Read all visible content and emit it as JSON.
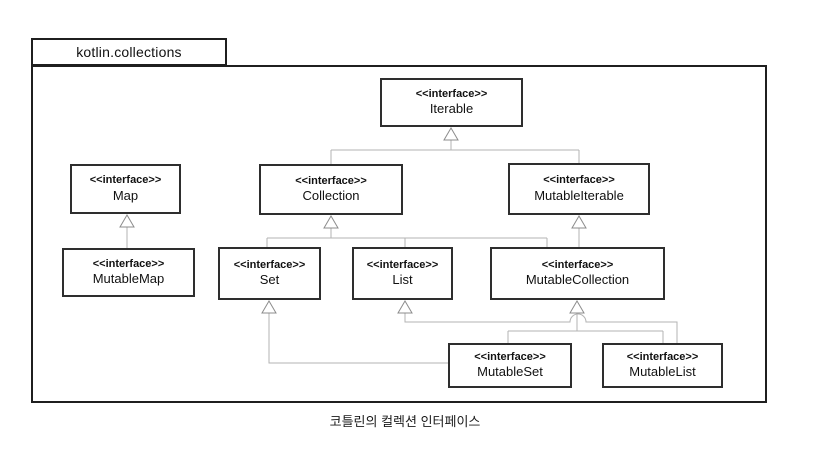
{
  "package": {
    "label": "kotlin.collections"
  },
  "caption": "코틀린의 컬렉션 인터페이스",
  "nodes": {
    "iterable": {
      "stereotype": "<<interface>>",
      "name": "Iterable"
    },
    "map": {
      "stereotype": "<<interface>>",
      "name": "Map"
    },
    "collection": {
      "stereotype": "<<interface>>",
      "name": "Collection"
    },
    "mutable_iterable": {
      "stereotype": "<<interface>>",
      "name": "MutableIterable"
    },
    "mutable_map": {
      "stereotype": "<<interface>>",
      "name": "MutableMap"
    },
    "set": {
      "stereotype": "<<interface>>",
      "name": "Set"
    },
    "list": {
      "stereotype": "<<interface>>",
      "name": "List"
    },
    "mutable_collection": {
      "stereotype": "<<interface>>",
      "name": "MutableCollection"
    },
    "mutable_set": {
      "stereotype": "<<interface>>",
      "name": "MutableSet"
    },
    "mutable_list": {
      "stereotype": "<<interface>>",
      "name": "MutableList"
    }
  },
  "edges": [
    {
      "from": "Collection",
      "to": "Iterable",
      "type": "generalization"
    },
    {
      "from": "MutableIterable",
      "to": "Iterable",
      "type": "generalization"
    },
    {
      "from": "MutableMap",
      "to": "Map",
      "type": "generalization"
    },
    {
      "from": "Set",
      "to": "Collection",
      "type": "generalization"
    },
    {
      "from": "List",
      "to": "Collection",
      "type": "generalization"
    },
    {
      "from": "MutableCollection",
      "to": "Collection",
      "type": "generalization"
    },
    {
      "from": "MutableCollection",
      "to": "MutableIterable",
      "type": "generalization"
    },
    {
      "from": "MutableSet",
      "to": "Set",
      "type": "generalization"
    },
    {
      "from": "MutableSet",
      "to": "MutableCollection",
      "type": "generalization"
    },
    {
      "from": "MutableList",
      "to": "List",
      "type": "generalization"
    },
    {
      "from": "MutableList",
      "to": "MutableCollection",
      "type": "generalization"
    }
  ],
  "colors": {
    "background": "#ffffff",
    "box_border": "#2e2e2e",
    "package_border": "#1f1f1f",
    "connector": "#b3b3b3",
    "triangle_stroke": "#8c8c8c",
    "text": "#111111"
  }
}
